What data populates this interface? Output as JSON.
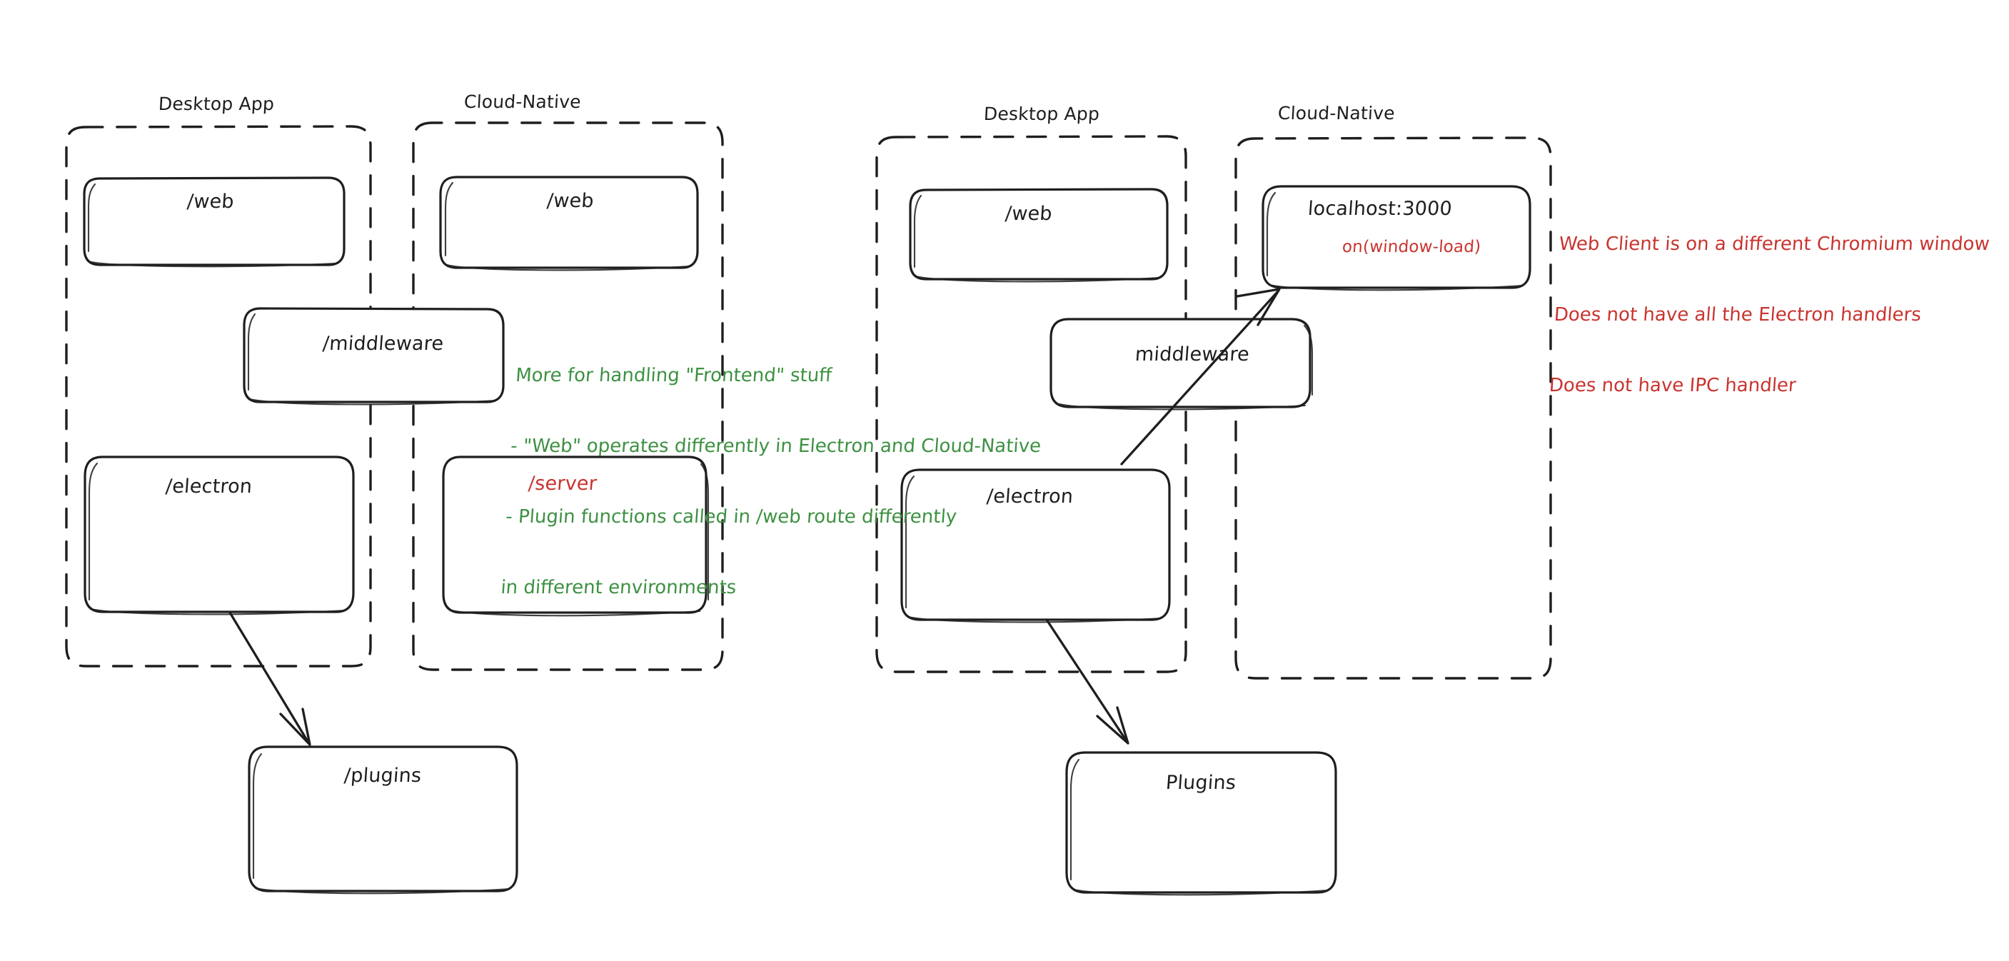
{
  "diagram": {
    "title": "Electron vs Cloud-Native architecture sketch",
    "style": "hand-drawn whiteboard (excalidraw)",
    "colors": {
      "stroke": "#1e1e1e",
      "background": "#ffffff",
      "green": "#3d9142",
      "red": "#c9342f"
    }
  },
  "left_diagram": {
    "groups": [
      {
        "id": "left-desktop-app",
        "title": "Desktop App",
        "boxes": [
          {
            "id": "left-desktop-web",
            "label": "/web",
            "color": "black"
          },
          {
            "id": "left-desktop-electron",
            "label": "/electron",
            "color": "black"
          }
        ]
      },
      {
        "id": "left-cloud-native",
        "title": "Cloud-Native",
        "boxes": [
          {
            "id": "left-cloud-web",
            "label": "/web",
            "color": "black"
          },
          {
            "id": "left-cloud-server",
            "label": "/server",
            "color": "red"
          }
        ]
      }
    ],
    "shared_boxes": [
      {
        "id": "left-middleware",
        "label": "/middleware",
        "color": "black"
      }
    ],
    "outside_boxes": [
      {
        "id": "left-plugins",
        "label": "/plugins",
        "color": "black"
      }
    ],
    "arrows": [
      {
        "id": "left-electron-to-plugins",
        "from": "left-desktop-electron",
        "to": "left-plugins"
      }
    ]
  },
  "right_diagram": {
    "groups": [
      {
        "id": "right-desktop-app",
        "title": "Desktop App",
        "boxes": [
          {
            "id": "right-desktop-web",
            "label": "/web",
            "color": "black"
          },
          {
            "id": "right-desktop-electron",
            "label": "/electron",
            "color": "black"
          }
        ]
      },
      {
        "id": "right-cloud-native",
        "title": "Cloud-Native",
        "boxes": [
          {
            "id": "right-localhost",
            "label": "localhost:3000",
            "color": "black",
            "sub_label": "on(window-load)",
            "sub_label_color": "red"
          }
        ]
      }
    ],
    "shared_boxes": [
      {
        "id": "right-middleware",
        "label": "middleware",
        "color": "black"
      }
    ],
    "outside_boxes": [
      {
        "id": "right-plugins",
        "label": "Plugins",
        "color": "black"
      }
    ],
    "arrows": [
      {
        "id": "right-electron-to-plugins",
        "from": "right-desktop-electron",
        "to": "right-plugins"
      },
      {
        "id": "right-electron-to-localhost",
        "from": "right-desktop-electron",
        "to": "right-localhost"
      }
    ]
  },
  "annotations": {
    "green_note": {
      "color": "#3d9142",
      "lines": [
        "More for handling \"Frontend\" stuff",
        "- \"Web\" operates differently in Electron and Cloud-Native",
        "- Plugin functions called in /web route differently",
        "in different environments"
      ]
    },
    "red_note": {
      "color": "#c9342f",
      "lines": [
        "Web Client is on a different Chromium window",
        "Does not have all the Electron handlers",
        "Does not have IPC handler"
      ]
    }
  }
}
